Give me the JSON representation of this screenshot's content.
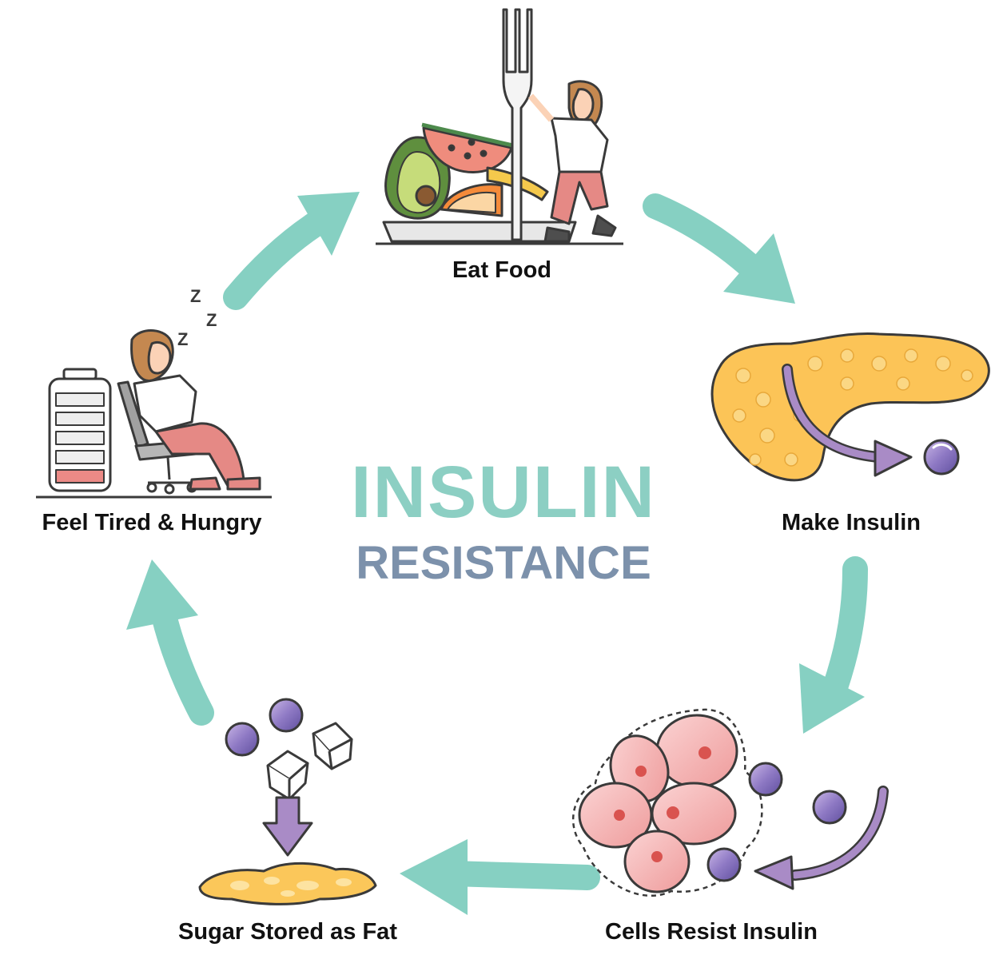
{
  "title": {
    "line1": "INSULIN",
    "line2": "RESISTANCE",
    "line1_color": "#8ccfc3",
    "line2_color": "#7c91ab"
  },
  "steps": [
    {
      "label": "Eat Food",
      "icon": "plate-of-food-icon"
    },
    {
      "label": "Make Insulin",
      "icon": "pancreas-icon"
    },
    {
      "label": "Cells Resist Insulin",
      "icon": "cells-icon"
    },
    {
      "label": "Sugar Stored as Fat",
      "icon": "fat-storage-icon"
    },
    {
      "label": "Feel Tired & Hungry",
      "icon": "tired-person-icon"
    }
  ],
  "colors": {
    "cycle_arrow": "#86d0c2",
    "insulin_arrow": "#a98bc6",
    "pancreas": "#fcc457",
    "cell": "#f2a6a6",
    "fat": "#fbc75a",
    "battery_low": "#ec8a86"
  }
}
